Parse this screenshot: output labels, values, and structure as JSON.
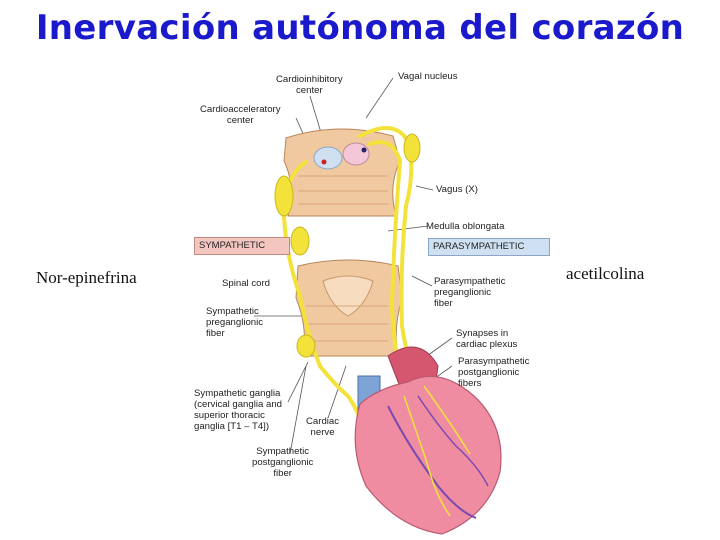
{
  "title": "Inervación autónoma del corazón",
  "left_note": "Nor-epinefrina",
  "right_note": "acetilcolina",
  "labels": {
    "cardioinhibitory": "Cardioinhibitory\ncenter",
    "vagal_nucleus": "Vagal nucleus",
    "cardioacceleratory": "Cardioacceleratory\ncenter",
    "vagus": "Vagus (X)",
    "medulla": "Medulla oblongata",
    "sympathetic_tag": "SYMPATHETIC",
    "parasympathetic_tag": "PARASYMPATHETIC",
    "spinal_cord": "Spinal cord",
    "para_pre": "Parasympathetic\npreganglionic\nfiber",
    "symp_pre": "Sympathetic\npreganglionic\nfiber",
    "synapses": "Synapses in\ncardiac plexus",
    "para_post": "Parasympathetic\npostganglionic\nfibers",
    "symp_ganglia": "Sympathetic ganglia\n(cervical ganglia and\nsuperior thoracic\nganglia [T1 – T4])",
    "cardiac_nerve": "Cardiac\nnerve",
    "symp_post": "Sympathetic\npostganglionic\nfiber"
  },
  "colors": {
    "title": "#1a1acc",
    "nerve": "#f2e23a",
    "tissue": "#f0c9a0",
    "heart": "#ef8ca2",
    "sympathetic_tag": "#f3c7c0",
    "parasympathetic_tag": "#cfe0f2"
  }
}
